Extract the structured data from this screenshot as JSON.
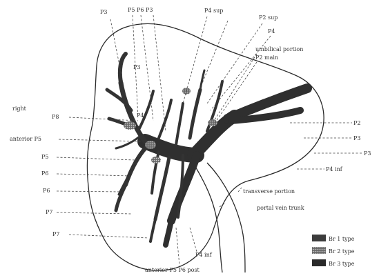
{
  "labels": {
    "top": [
      "P3",
      "P5 P6 P3",
      "P4 sup",
      "P2 sup",
      "P4"
    ],
    "top_right": [
      "umbilical portion",
      "P2 main"
    ],
    "left": [
      "right",
      "P8",
      "anterior P5",
      "P5",
      "P6",
      "P6",
      "P7",
      "P7"
    ],
    "inner": [
      "P3",
      "P4"
    ],
    "right": [
      "P2",
      "P3",
      "P3",
      "P4 inf"
    ],
    "bottom": [
      "transverse portion",
      "portal vein trunk",
      "P4 inf",
      "anterior P5 P6 post"
    ]
  },
  "legend": {
    "items": [
      "Br 1 type",
      "Br 2 type",
      "Br 3 type"
    ],
    "colors": [
      "#3c3c3c",
      "#8a8a8a",
      "#2a2a2a"
    ]
  }
}
